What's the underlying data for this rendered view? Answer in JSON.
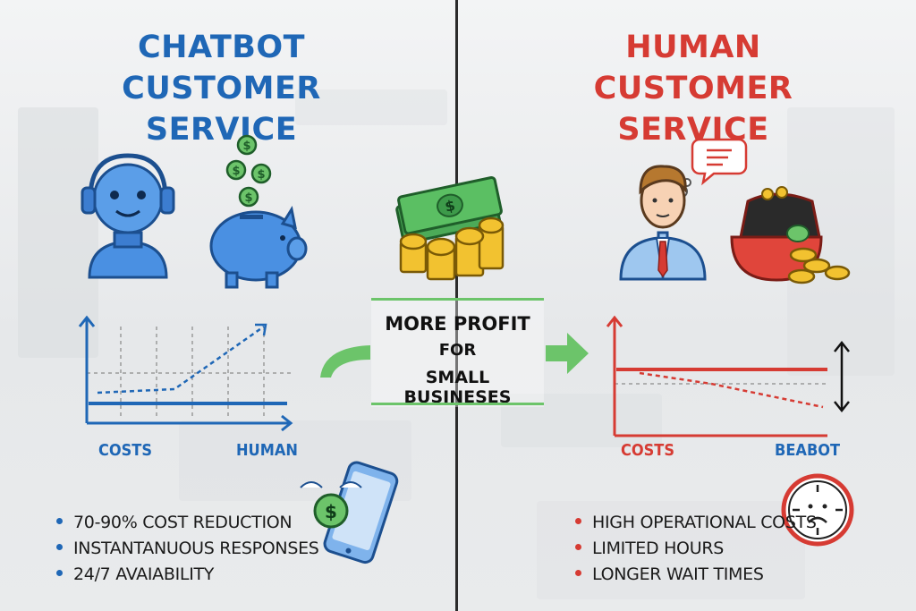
{
  "left": {
    "title_line1": "CHATBOT CUSTOMER",
    "title_line2": "SERVICE",
    "chart_x_label_left": "COSTS",
    "chart_x_label_right": "HUMAN",
    "bullets": [
      "70-90% COST REDUCTION",
      "INSTANTANUOUS RESPONSES",
      "24/7 AVAIABILITY"
    ]
  },
  "right": {
    "title_line1": "HUMAN CUSTOMER",
    "title_line2": "SERVICE",
    "chart_x_label_left": "COSTS",
    "chart_x_label_right": "BEABOT",
    "bullets": [
      "HIGH OPERATIONAL COSTS",
      "LIMITED HOURS",
      "LONGER WAIT TIMES"
    ]
  },
  "center": {
    "line1": "MORE PROFIT",
    "line2": "FOR",
    "line3": "SMALL BUSINESES"
  },
  "icons": {
    "dollar_symbol": "$"
  },
  "colors": {
    "blue": "#1f67b6",
    "red": "#d63b33",
    "green": "#6cc46a"
  }
}
